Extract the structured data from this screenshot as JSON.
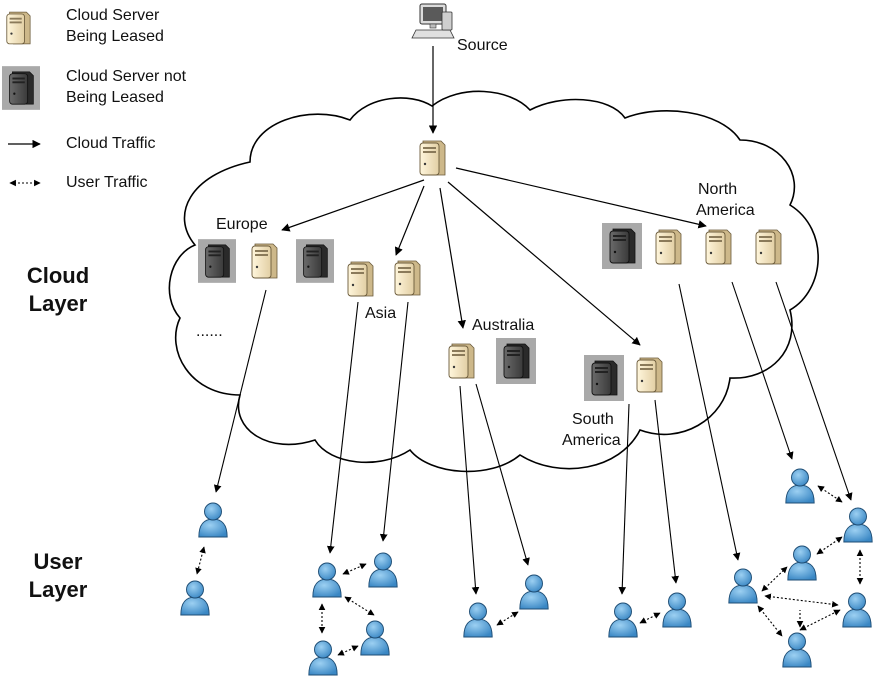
{
  "legend": {
    "leased_label": "Cloud Server Being Leased",
    "leased_line1": "Cloud Server",
    "leased_line2": "Being Leased",
    "notleased_line1": "Cloud Server not",
    "notleased_line2": "Being Leased",
    "cloud_traffic": "Cloud Traffic",
    "user_traffic": "User Traffic"
  },
  "source_label": "Source",
  "layers": {
    "cloud_line1": "Cloud",
    "cloud_line2": "Layer",
    "user_line1": "User",
    "user_line2": "Layer"
  },
  "regions": {
    "europe": "Europe",
    "asia": "Asia",
    "australia": "Australia",
    "north_america_line1": "North",
    "north_america_line2": "America",
    "south_america_line1": "South",
    "south_america_line2": "America"
  },
  "ellipsis": "......",
  "colors": {
    "leased_body": "#f3e6c8",
    "unleased_body": "#4a4a4a",
    "unleased_bg": "#a9a9a9",
    "user_fill": "#4e9fd6",
    "cloud_stroke": "#000000"
  }
}
